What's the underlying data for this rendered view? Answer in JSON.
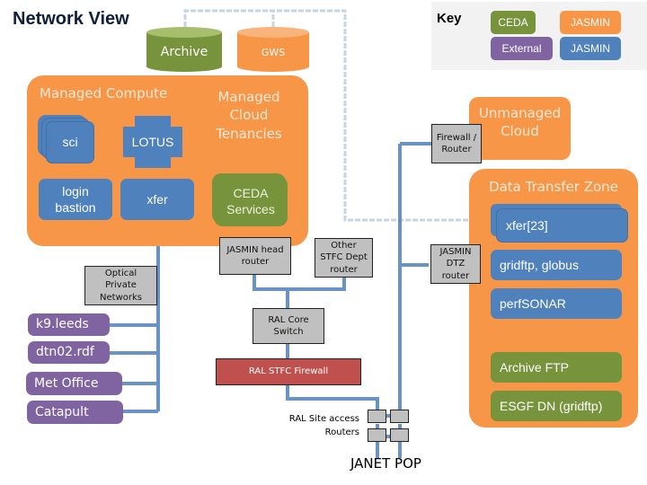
{
  "title": "Network View",
  "key": {
    "label": "Key",
    "items": [
      {
        "label": "CEDA",
        "color": "#77933c"
      },
      {
        "label": "JASMIN",
        "color": "#f79646"
      },
      {
        "label": "External",
        "color": "#8064a2"
      },
      {
        "label": "JASMIN",
        "color": "#4f81bd"
      }
    ]
  },
  "storage": {
    "archive": "Archive",
    "gws": "GWS"
  },
  "managed_compute": {
    "title": "Managed Compute",
    "sci": "sci",
    "lotus": "LOTUS",
    "login_bastion": "login bastion",
    "xfer": "xfer"
  },
  "managed_cloud": {
    "title": "Managed Cloud Tenancies",
    "ceda_services": "CEDA Services"
  },
  "unmanaged_cloud": {
    "title": "Unmanaged Cloud"
  },
  "firewall_router": "Firewall / Router",
  "data_transfer_zone": {
    "title": "Data Transfer Zone",
    "items": [
      "xfer[23]",
      "gridftp, globus",
      "perfSONAR",
      "Archive FTP",
      "ESGF DN (gridftp)"
    ]
  },
  "routers": {
    "jasmin_head": "JASMIN head router",
    "other_stfc": "Other STFC Dept router",
    "jasmin_dtz": "JASMIN DTZ router",
    "optical": "Optical Private Networks",
    "ral_core": "RAL Core Switch",
    "ral_firewall": "RAL STFC Firewall",
    "ral_site_access": "RAL Site access Routers",
    "janet_pop": "JANET POP"
  },
  "external_sites": [
    "k9.leeds",
    "dtn02.rdf",
    "Met Office",
    "Catapult"
  ]
}
